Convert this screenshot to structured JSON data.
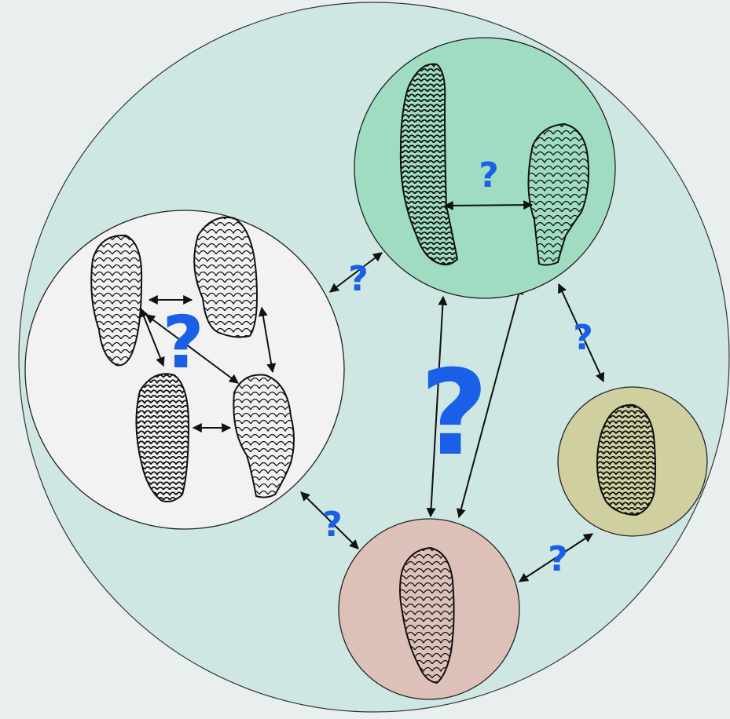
{
  "colors": {
    "background": "#e9eeee",
    "outer_circle": "#cfe7e3",
    "white_group": "#f2f2f2",
    "green_group": "#9fdcc2",
    "pink_group": "#ddc1b8",
    "olive_group": "#cfcf9f",
    "arrow": "#111111",
    "question_mark": "#1a5fe8"
  },
  "question_mark": "?",
  "groups": [
    {
      "id": "white",
      "cones": 4
    },
    {
      "id": "green",
      "cones": 2
    },
    {
      "id": "pink",
      "cones": 1
    },
    {
      "id": "olive",
      "cones": 1
    }
  ],
  "relations": [
    {
      "from": "white",
      "to": "green",
      "uncertain": true
    },
    {
      "from": "white",
      "to": "pink",
      "uncertain": true
    },
    {
      "from": "green",
      "to": "pink",
      "uncertain": true
    },
    {
      "from": "green",
      "to": "olive",
      "uncertain": true
    },
    {
      "from": "pink",
      "to": "olive",
      "uncertain": true
    }
  ]
}
